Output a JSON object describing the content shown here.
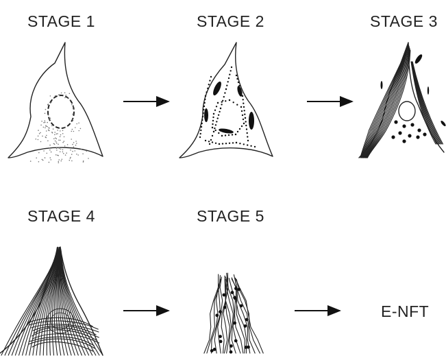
{
  "stages": [
    {
      "label": "STAGE 1"
    },
    {
      "label": "STAGE 2"
    },
    {
      "label": "STAGE 3"
    },
    {
      "label": "STAGE 4"
    },
    {
      "label": "STAGE 5"
    }
  ],
  "end_label": "E-NFT"
}
